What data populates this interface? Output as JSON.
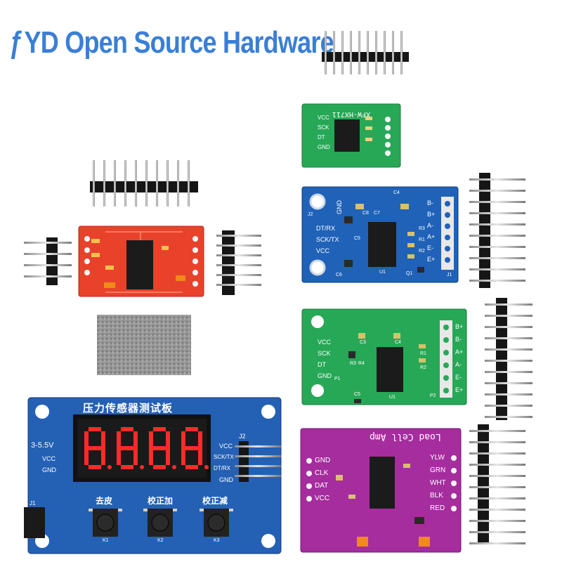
{
  "brand": {
    "logo_glyph": "ƒ",
    "text": "YD Open Source Hardware"
  },
  "modules": {
    "hx711_small": {
      "model": "XFW-HX711",
      "pins": [
        "VCC",
        "SCK",
        "DT",
        "GND"
      ]
    },
    "hx711_blue": {
      "pins_left": [
        "GND",
        "DT/RX",
        "SCK/TX",
        "VCC"
      ],
      "pins_right": [
        "B-",
        "B+",
        "A-",
        "A+",
        "E-",
        "E+"
      ],
      "refs": [
        "C4",
        "C7",
        "C8",
        "C5",
        "R1",
        "R2",
        "R3",
        "C6",
        "J1",
        "J2",
        "U1",
        "Q1"
      ]
    },
    "hx711_green": {
      "pins_left": [
        "VCC",
        "SCK",
        "DT",
        "GND"
      ],
      "pins_right": [
        "B+",
        "B-",
        "A+",
        "A-",
        "E-",
        "E+"
      ],
      "refs": [
        "C3",
        "C4",
        "R1",
        "R2",
        "R3",
        "R4",
        "C5",
        "P1",
        "P2",
        "U1"
      ]
    },
    "loadcell_amp": {
      "title": "Load Cell Amp",
      "pins_left": [
        "GND",
        "CLK",
        "DAT",
        "VCC"
      ],
      "pins_right": [
        "YLW",
        "GRN",
        "WHT",
        "BLK",
        "RED"
      ]
    },
    "tester": {
      "title": "压力传感器测试板",
      "voltage": "3-5.5V",
      "pins_left": [
        "VCC",
        "GND"
      ],
      "pins_right": [
        "VCC",
        "SCK/TX",
        "DT/RX",
        "GND"
      ],
      "connector": "J2",
      "jack": "J1",
      "buttons": [
        {
          "label": "去皮",
          "ref": "K1"
        },
        {
          "label": "校正加",
          "ref": "K2"
        },
        {
          "label": "校正减",
          "ref": "K3"
        }
      ]
    }
  },
  "colors": {
    "brand_blue": "#3a7fd6",
    "pcb_red": "#e8422b",
    "pcb_blue": "#1f62b8",
    "pcb_green": "#27a856",
    "pcb_purple": "#a52d9e",
    "tester_blue": "#2460b4",
    "seg_red": "#ff2a2a"
  }
}
